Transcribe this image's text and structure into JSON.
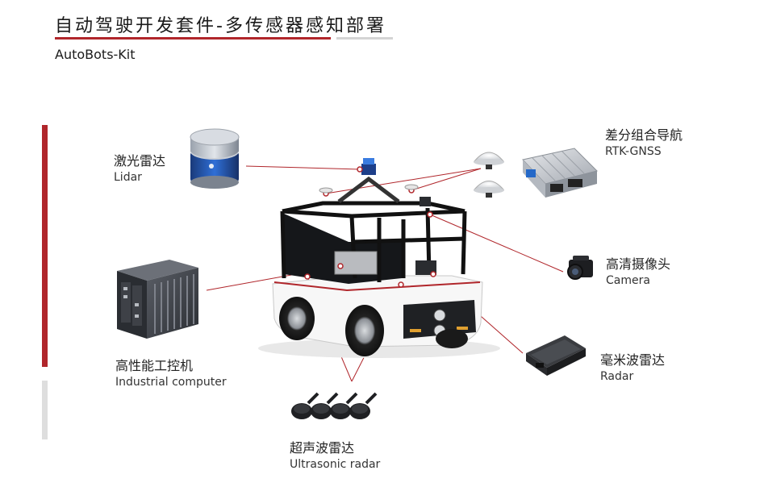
{
  "header": {
    "title": "自动驾驶开发套件-多传感器感知部署",
    "subtitle": "AutoBots-Kit"
  },
  "colors": {
    "accent": "#b0262b",
    "gray": "#d4d4d4"
  },
  "sensors": [
    {
      "cn": "激光雷达",
      "en": "Lidar"
    },
    {
      "cn": "差分组合导航",
      "en": "RTK-GNSS"
    },
    {
      "cn": "高清摄像头",
      "en": "Camera"
    },
    {
      "cn": "高性能工控机",
      "en": "Industrial computer"
    },
    {
      "cn": "毫米波雷达",
      "en": "Radar"
    },
    {
      "cn": "超声波雷达",
      "en": "Ultrasonic radar"
    }
  ]
}
